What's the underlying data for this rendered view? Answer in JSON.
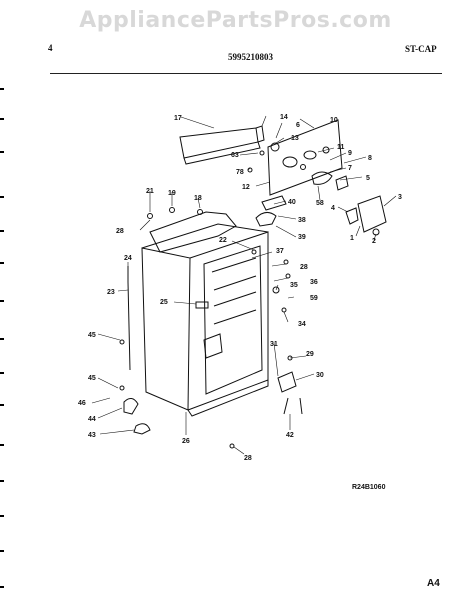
{
  "watermark": "AppliancePartsPros.com",
  "header": {
    "page_number": "4",
    "model_number": "5995210803",
    "section": "ST-CAP"
  },
  "drawing_id": "R24B1060",
  "page_code": "A4",
  "labels": [
    {
      "id": "l17",
      "text": "17"
    },
    {
      "id": "l14",
      "text": "14"
    },
    {
      "id": "l6a",
      "text": "6"
    },
    {
      "id": "l10",
      "text": "10"
    },
    {
      "id": "l13",
      "text": "13"
    },
    {
      "id": "l63",
      "text": "63"
    },
    {
      "id": "l11",
      "text": "11"
    },
    {
      "id": "l9",
      "text": "9"
    },
    {
      "id": "l8",
      "text": "8"
    },
    {
      "id": "l7",
      "text": "7"
    },
    {
      "id": "l78",
      "text": "78"
    },
    {
      "id": "l5",
      "text": "5"
    },
    {
      "id": "l58",
      "text": "58"
    },
    {
      "id": "l12",
      "text": "12"
    },
    {
      "id": "l40",
      "text": "40"
    },
    {
      "id": "l3",
      "text": "3"
    },
    {
      "id": "l4",
      "text": "4"
    },
    {
      "id": "l21",
      "text": "21"
    },
    {
      "id": "l19",
      "text": "19"
    },
    {
      "id": "l18",
      "text": "18"
    },
    {
      "id": "l28a",
      "text": "28"
    },
    {
      "id": "l38",
      "text": "38"
    },
    {
      "id": "l39",
      "text": "39"
    },
    {
      "id": "l1",
      "text": "1"
    },
    {
      "id": "l2",
      "text": "2"
    },
    {
      "id": "l22",
      "text": "22"
    },
    {
      "id": "l37",
      "text": "37"
    },
    {
      "id": "l24",
      "text": "24"
    },
    {
      "id": "l28b",
      "text": "28"
    },
    {
      "id": "l36",
      "text": "36"
    },
    {
      "id": "l23",
      "text": "23"
    },
    {
      "id": "l35",
      "text": "35"
    },
    {
      "id": "l59",
      "text": "59"
    },
    {
      "id": "l25",
      "text": "25"
    },
    {
      "id": "l34",
      "text": "34"
    },
    {
      "id": "l45a",
      "text": "45"
    },
    {
      "id": "l31",
      "text": "31"
    },
    {
      "id": "l29",
      "text": "29"
    },
    {
      "id": "l30",
      "text": "30"
    },
    {
      "id": "l45b",
      "text": "45"
    },
    {
      "id": "l46",
      "text": "46"
    },
    {
      "id": "l44",
      "text": "44"
    },
    {
      "id": "l42",
      "text": "42"
    },
    {
      "id": "l43",
      "text": "43"
    },
    {
      "id": "l26",
      "text": "26"
    },
    {
      "id": "l28c",
      "text": "28"
    }
  ]
}
